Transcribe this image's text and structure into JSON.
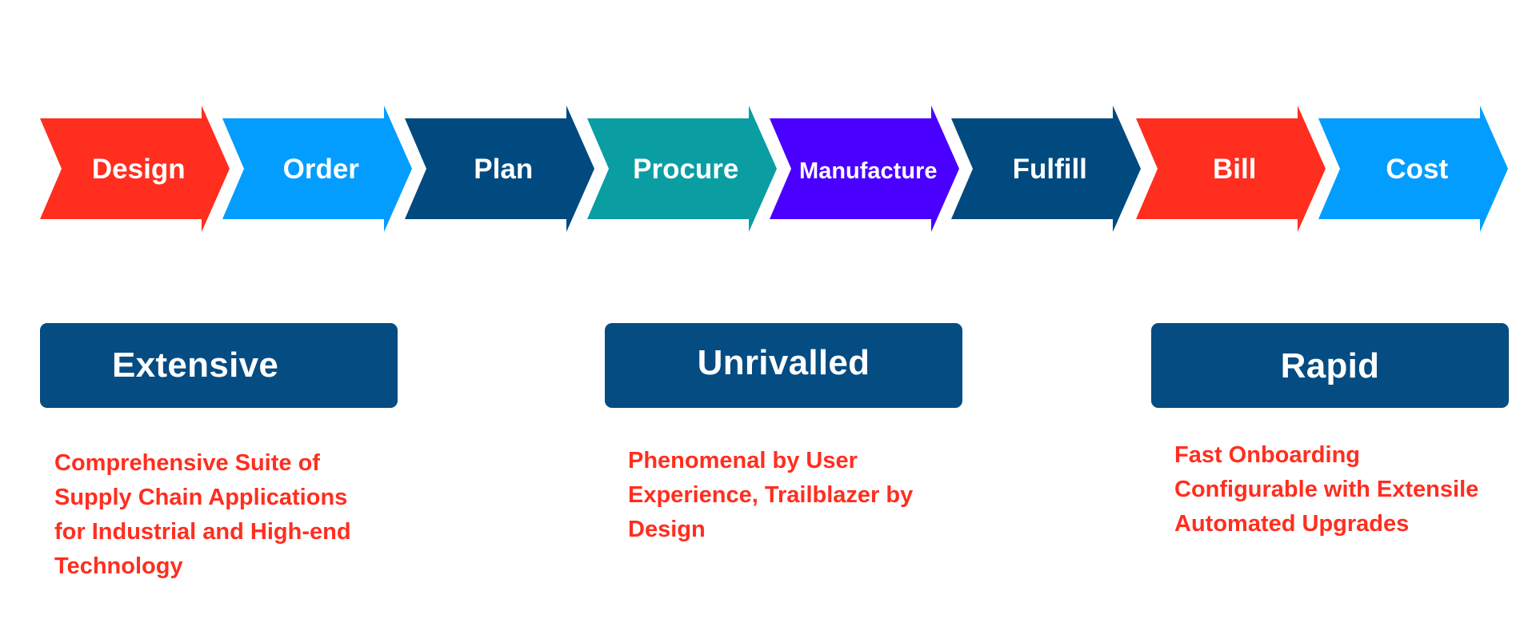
{
  "colors": {
    "red": "#FF2E1F",
    "blue": "#039DFF",
    "navy": "#004A80",
    "teal": "#0A9EA3",
    "purple": "#4A00FF",
    "box": "#044C82",
    "description_text": "#FF2E1F",
    "label_text": "#FFFFFF"
  },
  "process_steps": [
    {
      "label": "Design",
      "color": "#FF2E1F"
    },
    {
      "label": "Order",
      "color": "#039DFF"
    },
    {
      "label": "Plan",
      "color": "#004A80"
    },
    {
      "label": "Procure",
      "color": "#0A9EA3"
    },
    {
      "label": "Manufacture",
      "color": "#4A00FF"
    },
    {
      "label": "Fulfill",
      "color": "#004A80"
    },
    {
      "label": "Bill",
      "color": "#FF2E1F"
    },
    {
      "label": "Cost",
      "color": "#039DFF"
    }
  ],
  "pillars": [
    {
      "title": "Extensive",
      "description_lines": [
        "Comprehensive Suite of",
        "Supply Chain Applications",
        "for Industrial and High-end",
        "Technology"
      ]
    },
    {
      "title": "Unrivalled",
      "description_lines": [
        "Phenomenal by User",
        "Experience, Trailblazer by",
        "Design"
      ]
    },
    {
      "title": "Rapid",
      "description_lines": [
        "Fast Onboarding",
        "Configurable with Extensile",
        "Automated Upgrades"
      ]
    }
  ]
}
